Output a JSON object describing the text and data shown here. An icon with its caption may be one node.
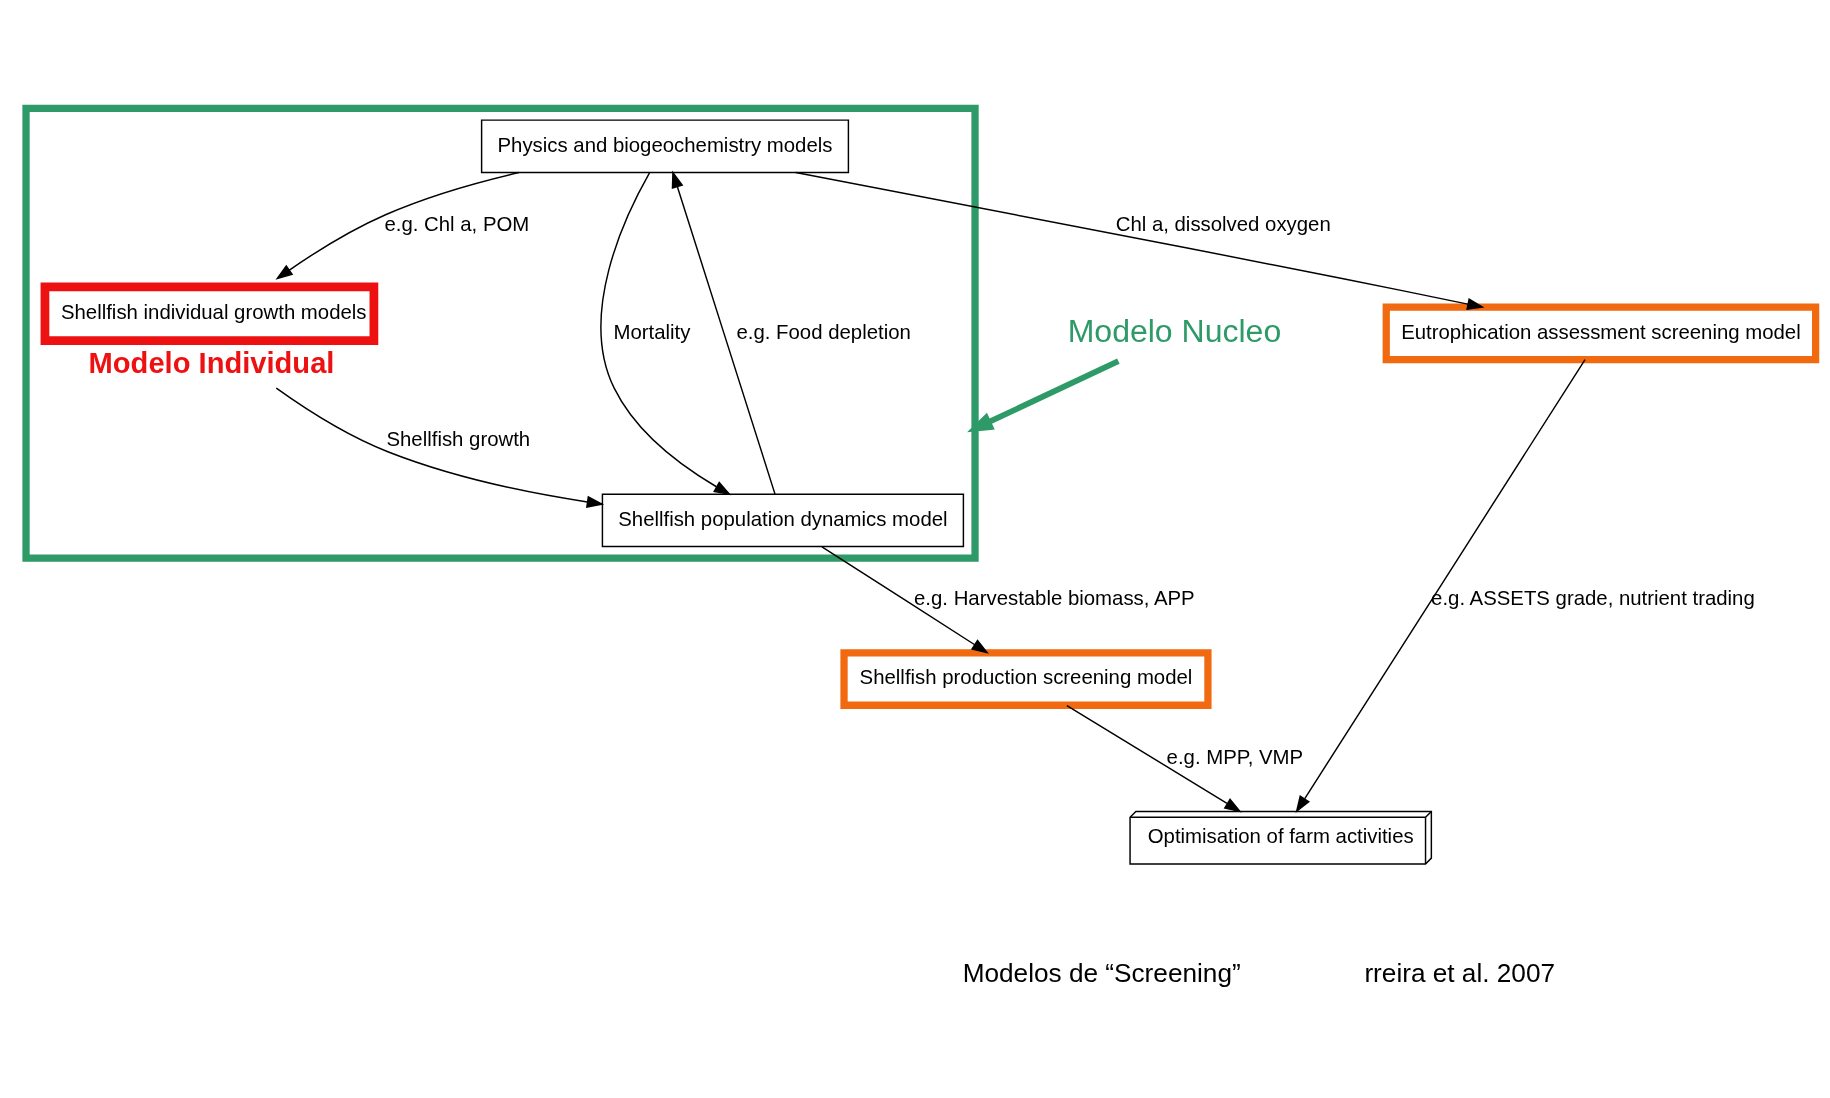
{
  "diagram": {
    "nodes": [
      {
        "text": [
          "Eutrophication assessment screening model"
        ]
      },
      {
        "text": [],
        "shape": "box"
      },
      {
        "text": [
          "Physics and biogeochemistry models"
        ],
        "in": 1
      },
      {
        "text": [
          "Shellfish individual growth models"
        ],
        "in": 1,
        "beside": [
          "Modelo Individual"
        ]
      },
      {
        "text": [
          "Shellfish population dynamics model"
        ],
        "in": 1
      },
      {
        "text": [
          "Optimisation of farm activities"
        ]
      },
      {
        "text": [
          "Shellfish production screening model"
        ]
      },
      {
        "text": [
          "Modelo Nucleo"
        ]
      }
    ],
    "edges": [
      {
        "from": 2,
        "to": 0,
        "arrow": "to",
        "label": "Chl a, dissolved oxygen"
      },
      {
        "from": 0,
        "to": 5,
        "arrow": "to",
        "label": "e.g. ASSETS grade, nutrient trading"
      },
      {
        "from": 2,
        "to": 3,
        "arrow": "to",
        "label": "e.g. Chl a, POM"
      },
      {
        "from": 2,
        "to": 4,
        "arrow": "to",
        "label": "Mortality"
      },
      {
        "from": 4,
        "to": 2,
        "arrow": "to",
        "label": "e.g. Food depletion"
      },
      {
        "from": 3,
        "to": 4,
        "arrow": "to",
        "label": "Shellfish growth"
      },
      {
        "from": 4,
        "to": 6,
        "arrow": "to",
        "label": "e.g. Harvestable biomass, APP"
      },
      {
        "from": 6,
        "to": 5,
        "arrow": "to",
        "label": "e.g. MPP, VMP"
      },
      {
        "from": 7,
        "to": 1,
        "arrow": "to",
        "style": "thick",
        "color": "#2e9a68"
      }
    ],
    "labels": [
      "Modelos de “Screening”",
      "rreira et al. 2007"
    ]
  }
}
